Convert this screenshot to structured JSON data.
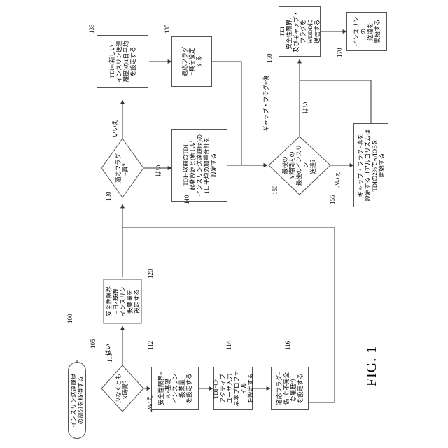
{
  "figure": {
    "title": "FIG. 1",
    "ref": "100"
  },
  "nodes": {
    "start": {
      "ref": "105",
      "text": "インスリン送達履歴\nの部分を取得する"
    },
    "d110": {
      "ref": "110",
      "text": "少なくとも\nX時間？"
    },
    "b120": {
      "ref": "120",
      "text": "安全性限界\n=日×基礎\nインスリン\n投薬量を\n設定する"
    },
    "b112": {
      "ref": "112",
      "text": "安全性限界=\nA×基礎\nインスリン\n投薬量\nを設定する"
    },
    "b114": {
      "ref": "114",
      "text": "TDI=C×\nアクティブ\nユーザ入力\n基本プロファイル\nを設定する"
    },
    "b116": {
      "ref": "116",
      "text": "適応フラグ=\n偽（\"不完全\nな履歴\"）\nを設定する"
    },
    "d130": {
      "ref": "130",
      "text": "適応フラグ\n=真？"
    },
    "b133": {
      "ref": "133",
      "text": "TDI=(新しい\nインスリン送達\n履歴)の1日平均\nを設定する"
    },
    "b135": {
      "ref": "135",
      "text": "適応フラグ\n=真を設定\nする"
    },
    "b140": {
      "ref": "140",
      "text": "TDI=以前のTDI\n起動設定と(新しい\nインスリン送達履歴)の\n1日平均の加重合計を\n設定する"
    },
    "d150": {
      "ref": "150",
      "text": "最後の\nY時間内の\n最後のインスリン\n送達？"
    },
    "b155": {
      "ref": "155",
      "text": "ギャップ・フラグ=真を\n設定する（アルゴリズムは\nTDIの2%でw/IOBを\n開始する"
    },
    "b160": {
      "ref": "160",
      "text": "TDI\n安全性限界、\n及びギャップ・\nフラグを\nWDDDに\n送信する"
    },
    "b170": {
      "ref": "170",
      "text": "インスリンの\n送達を\n開始する"
    }
  },
  "edge_labels": {
    "yes_110": "はい",
    "no_110": "いいえ",
    "yes_130": "はい",
    "no_130": "いいえ",
    "yes_150": "はい",
    "no_150": "いいえ",
    "gap_false": "ギャップ・フラグ=偽"
  }
}
